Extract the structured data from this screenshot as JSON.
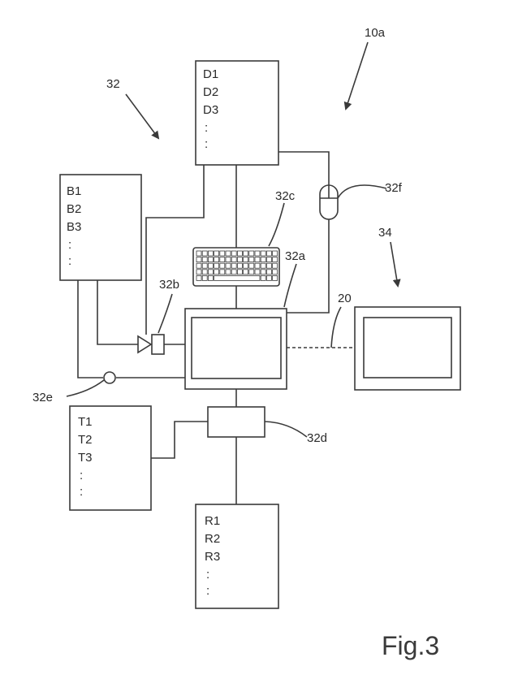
{
  "figure_label": "Fig.3",
  "refs": {
    "system": "10a",
    "group": "32",
    "computer": "32a",
    "switch": "32b",
    "keyboard": "32c",
    "splitter": "32d",
    "junction": "32e",
    "mouse": "32f",
    "remote": "34",
    "link": "20"
  },
  "boxes": {
    "d": [
      "D1",
      "D2",
      "D3",
      ":"
    ],
    "b": [
      "B1",
      "B2",
      "B3",
      ":"
    ],
    "t": [
      "T1",
      "T2",
      "T3",
      ":"
    ],
    "r": [
      "R1",
      "R2",
      "R3",
      ":"
    ]
  }
}
